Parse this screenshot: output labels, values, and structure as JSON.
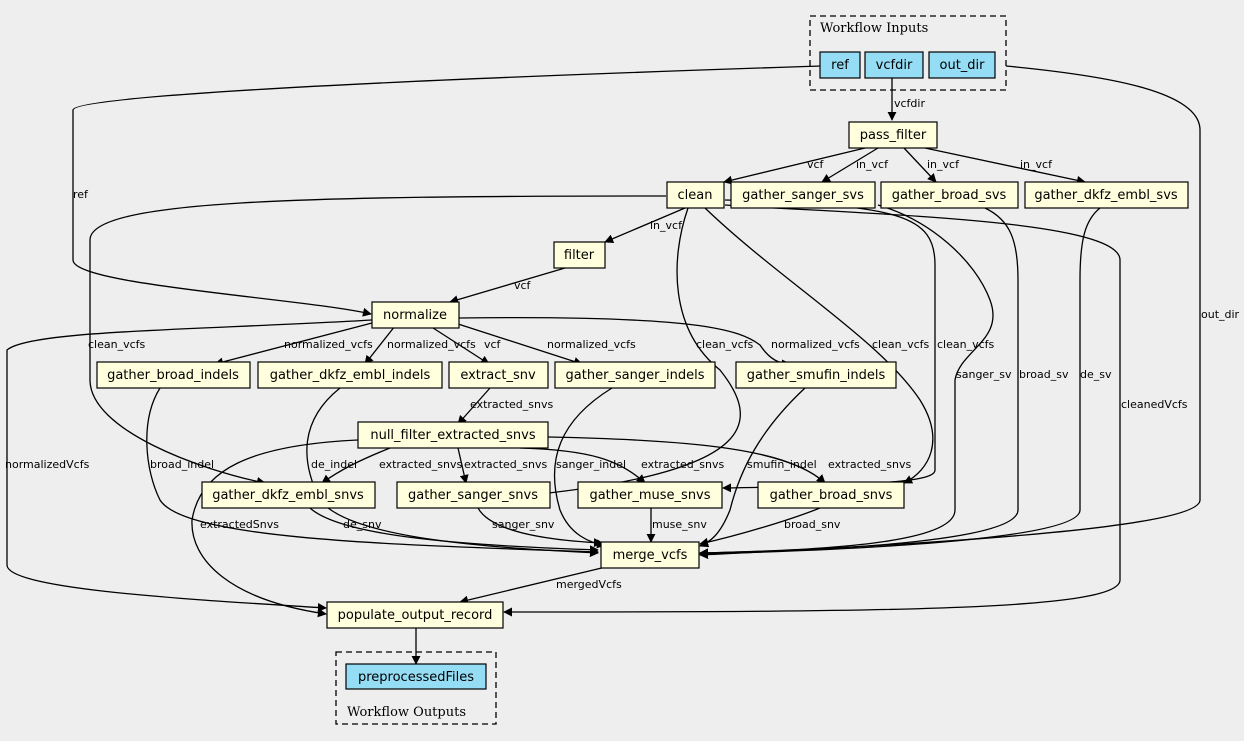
{
  "clusters": {
    "inputs_label": "Workflow Inputs",
    "outputs_label": "Workflow Outputs"
  },
  "nodes": {
    "ref": "ref",
    "vcfdir": "vcfdir",
    "out_dir": "out_dir",
    "pass_filter": "pass_filter",
    "clean": "clean",
    "gather_sanger_svs": "gather_sanger_svs",
    "gather_broad_svs": "gather_broad_svs",
    "gather_dkfz_embl_svs": "gather_dkfz_embl_svs",
    "filter": "filter",
    "normalize": "normalize",
    "gather_broad_indels": "gather_broad_indels",
    "gather_dkfz_embl_indels": "gather_dkfz_embl_indels",
    "extract_snv": "extract_snv",
    "gather_sanger_indels": "gather_sanger_indels",
    "gather_smufin_indels": "gather_smufin_indels",
    "null_filter_extracted_snvs": "null_filter_extracted_snvs",
    "gather_dkfz_embl_snvs": "gather_dkfz_embl_snvs",
    "gather_sanger_snvs": "gather_sanger_snvs",
    "gather_muse_snvs": "gather_muse_snvs",
    "gather_broad_snvs": "gather_broad_snvs",
    "merge_vcfs": "merge_vcfs",
    "populate_output_record": "populate_output_record",
    "preprocessedFiles": "preprocessedFiles"
  },
  "edge_labels": {
    "vcfdir": "vcfdir",
    "ref": "ref",
    "out_dir": "out_dir",
    "vcf_clean": "vcf",
    "in_vcf_sanger": "in_vcf",
    "in_vcf_broad": "in_vcf",
    "in_vcf_dkfz": "in_vcf",
    "in_vcf_filter": "in_vcf",
    "vcf_normalize": "vcf",
    "clean_vcfs_1": "clean_vcfs",
    "clean_vcfs_2": "clean_vcfs",
    "clean_vcfs_3": "clean_vcfs",
    "clean_vcfs_4": "clean_vcfs",
    "cleanedVcfs": "cleanedVcfs",
    "sanger_sv": "sanger_sv",
    "broad_sv": "broad_sv",
    "de_sv": "de_sv",
    "normalizedVcfs": "normalizedVcfs",
    "normalized_vcfs_1": "normalized_vcfs",
    "normalized_vcfs_2": "normalized_vcfs",
    "vcf_extract": "vcf",
    "normalized_vcfs_3": "normalized_vcfs",
    "normalized_vcfs_4": "normalized_vcfs",
    "extracted_snvs_main": "extracted_snvs",
    "broad_indel": "broad_indel",
    "de_indel": "de_indel",
    "sanger_indel": "sanger_indel",
    "smufin_indel": "smufin_indel",
    "extracted_snvs_1": "extracted_snvs",
    "extracted_snvs_2": "extracted_snvs",
    "extracted_snvs_3": "extracted_snvs",
    "extracted_snvs_4": "extracted_snvs",
    "extractedSnvs": "extractedSnvs",
    "de_snv": "de_snv",
    "sanger_snv": "sanger_snv",
    "muse_snv": "muse_snv",
    "broad_snv": "broad_snv",
    "mergedVcfs": "mergedVcfs"
  }
}
